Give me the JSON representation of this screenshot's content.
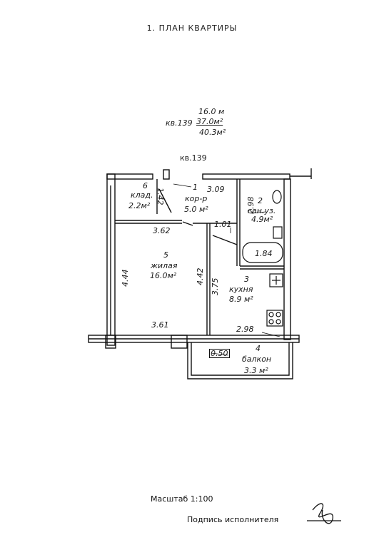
{
  "title": "1. ПЛАН КВАРТИРЫ",
  "summary": {
    "height": "16.0 м",
    "apartment_label": "кв.139",
    "living_area": "37.0м²",
    "total_area": "40.3м²"
  },
  "apartment_tag": "кв.139",
  "rooms": [
    {
      "number": "1",
      "name": "кор-р",
      "area": "5.0 м²"
    },
    {
      "number": "2",
      "name": "сан.уз.",
      "area": "4.9м²"
    },
    {
      "number": "3",
      "name": "кухня",
      "area": "8.9 м²"
    },
    {
      "number": "4",
      "name": "балкон",
      "area": "3.3 м²"
    },
    {
      "number": "5",
      "name": "жилая",
      "area": "16.0м²"
    },
    {
      "number": "6",
      "name": "клад.",
      "area": "2.2м²"
    }
  ],
  "dimensions": {
    "pantry_depth": "1.42",
    "corridor_width": "3.09",
    "bath_depth": "2.98",
    "corridor_depth": "1.01",
    "room_width_top": "3.62",
    "bath_width": "1.84",
    "room_height_left": "4.44",
    "room_height_right": "4.42",
    "kitchen_depth": "3.75",
    "room_width_bottom": "3.61",
    "kitchen_width": "2.98",
    "balcony_depth": "0.50"
  },
  "footer": {
    "scale": "Масштаб  1:100",
    "signature_label": "Подпись исполнителя"
  }
}
